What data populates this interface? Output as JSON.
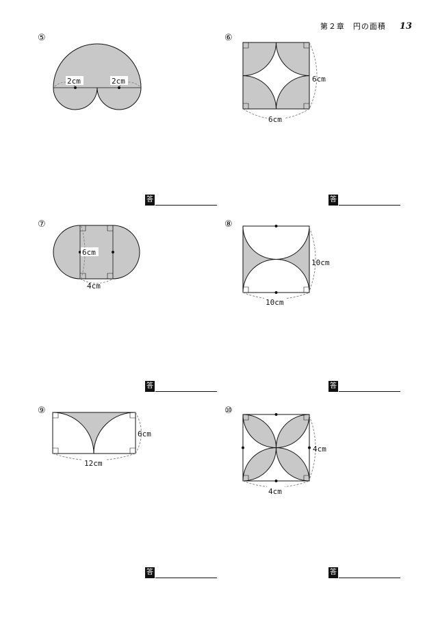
{
  "header": {
    "chapter": "第２章　円の面積",
    "page": "13"
  },
  "answer_label": "答",
  "problems": [
    {
      "number": "⑤",
      "labels": [
        "2cm",
        "2cm"
      ]
    },
    {
      "number": "⑥",
      "labels": [
        "6cm",
        "6cm"
      ]
    },
    {
      "number": "⑦",
      "labels": [
        "6cm",
        "4cm"
      ]
    },
    {
      "number": "⑧",
      "labels": [
        "10cm",
        "10cm"
      ]
    },
    {
      "number": "⑨",
      "labels": [
        "6cm",
        "12cm"
      ]
    },
    {
      "number": "⑩",
      "labels": [
        "4cm",
        "4cm"
      ]
    }
  ],
  "colors": {
    "shade": "#c8c8c8",
    "stroke": "#111111",
    "dash": "#888888"
  }
}
